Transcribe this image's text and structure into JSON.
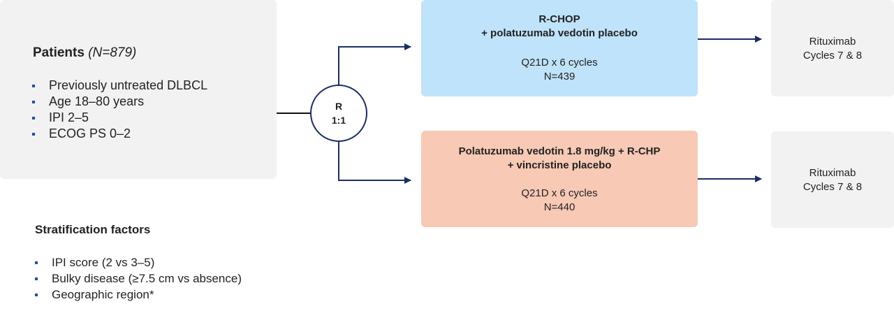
{
  "patients": {
    "title": "Patients",
    "n": "(N=879)",
    "criteria": [
      "Previously untreated DLBCL",
      "Age 18–80 years",
      "IPI 2–5",
      "ECOG PS 0–2"
    ]
  },
  "stratification": {
    "title": "Stratification factors",
    "factors": [
      "IPI score (2 vs 3–5)",
      "Bulky disease (≥7.5 cm vs absence)",
      "Geographic region*"
    ]
  },
  "randomization": {
    "line1": "R",
    "line2": "1:1"
  },
  "arm_a": {
    "title_line1": "R-CHOP",
    "title_line2": "+ polatuzumab vedotin placebo",
    "schedule": "Q21D x 6 cycles",
    "n": "N=439"
  },
  "arm_b": {
    "title_line1": "Polatuzumab vedotin 1.8 mg/kg + R-CHP",
    "title_line2": "+ vincristine placebo",
    "schedule": "Q21D x 6 cycles",
    "n": "N=440"
  },
  "rituximab_a": {
    "line1": "Rituximab",
    "line2": "Cycles 7 & 8"
  },
  "rituximab_b": {
    "line1": "Rituximab",
    "line2": "Cycles 7 & 8"
  },
  "colors": {
    "arm_a_fill": "#bfe3fb",
    "arm_b_fill": "#f8c9b5",
    "neutral_fill": "#f2f2f2",
    "connector": "#1a2e66",
    "bullet": "#1f4fa8"
  }
}
